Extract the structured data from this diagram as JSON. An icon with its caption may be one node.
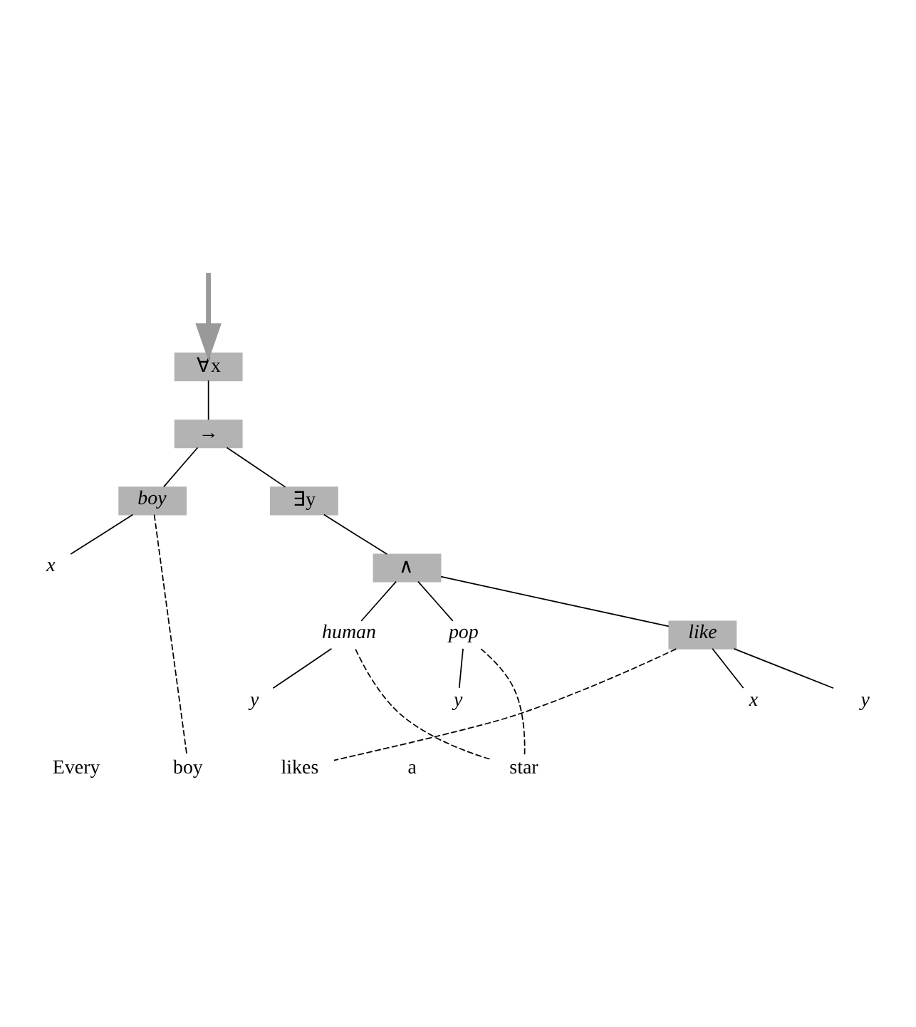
{
  "diagram": {
    "nodes": [
      {
        "text": [
          "∀x"
        ]
      },
      {
        "text": [
          "→"
        ]
      },
      {
        "text": [
          "boy"
        ]
      },
      {
        "text": [
          "∃y"
        ]
      },
      {
        "text": [
          "x"
        ]
      },
      {
        "text": [
          "∧"
        ]
      },
      {
        "text": [
          "human"
        ]
      },
      {
        "text": [
          "pop"
        ]
      },
      {
        "text": [
          "like"
        ]
      },
      {
        "text": [
          "y"
        ]
      },
      {
        "text": [
          "y"
        ]
      },
      {
        "text": [
          "x"
        ]
      },
      {
        "text": [
          "y"
        ]
      },
      {
        "text": [
          "Every"
        ]
      },
      {
        "text": [
          "boy"
        ]
      },
      {
        "text": [
          "likes"
        ]
      },
      {
        "text": [
          "a"
        ]
      },
      {
        "text": [
          "star"
        ]
      }
    ],
    "edges": [
      {
        "from": null,
        "to": 0,
        "arrow": "to",
        "style": "thick",
        "color": "#999999"
      },
      {
        "from": 0,
        "to": 1,
        "arrow": "none"
      },
      {
        "from": 1,
        "to": 2,
        "arrow": "none"
      },
      {
        "from": 1,
        "to": 3,
        "arrow": "none"
      },
      {
        "from": 2,
        "to": 4,
        "arrow": "none"
      },
      {
        "from": 3,
        "to": 5,
        "arrow": "none"
      },
      {
        "from": 5,
        "to": 6,
        "arrow": "none"
      },
      {
        "from": 5,
        "to": 7,
        "arrow": "none"
      },
      {
        "from": 5,
        "to": 8,
        "arrow": "none"
      },
      {
        "from": 6,
        "to": 9,
        "arrow": "none"
      },
      {
        "from": 7,
        "to": 10,
        "arrow": "none"
      },
      {
        "from": 8,
        "to": 11,
        "arrow": "none"
      },
      {
        "from": 8,
        "to": 12,
        "arrow": "none"
      },
      {
        "from": 2,
        "to": 14,
        "arrow": "none",
        "style": "dashed"
      },
      {
        "from": 6,
        "to": 17,
        "arrow": "none",
        "style": "dashed"
      },
      {
        "from": 7,
        "to": 17,
        "arrow": "none",
        "style": "dashed"
      },
      {
        "from": 8,
        "to": 15,
        "arrow": "none",
        "style": "dashed"
      }
    ]
  }
}
